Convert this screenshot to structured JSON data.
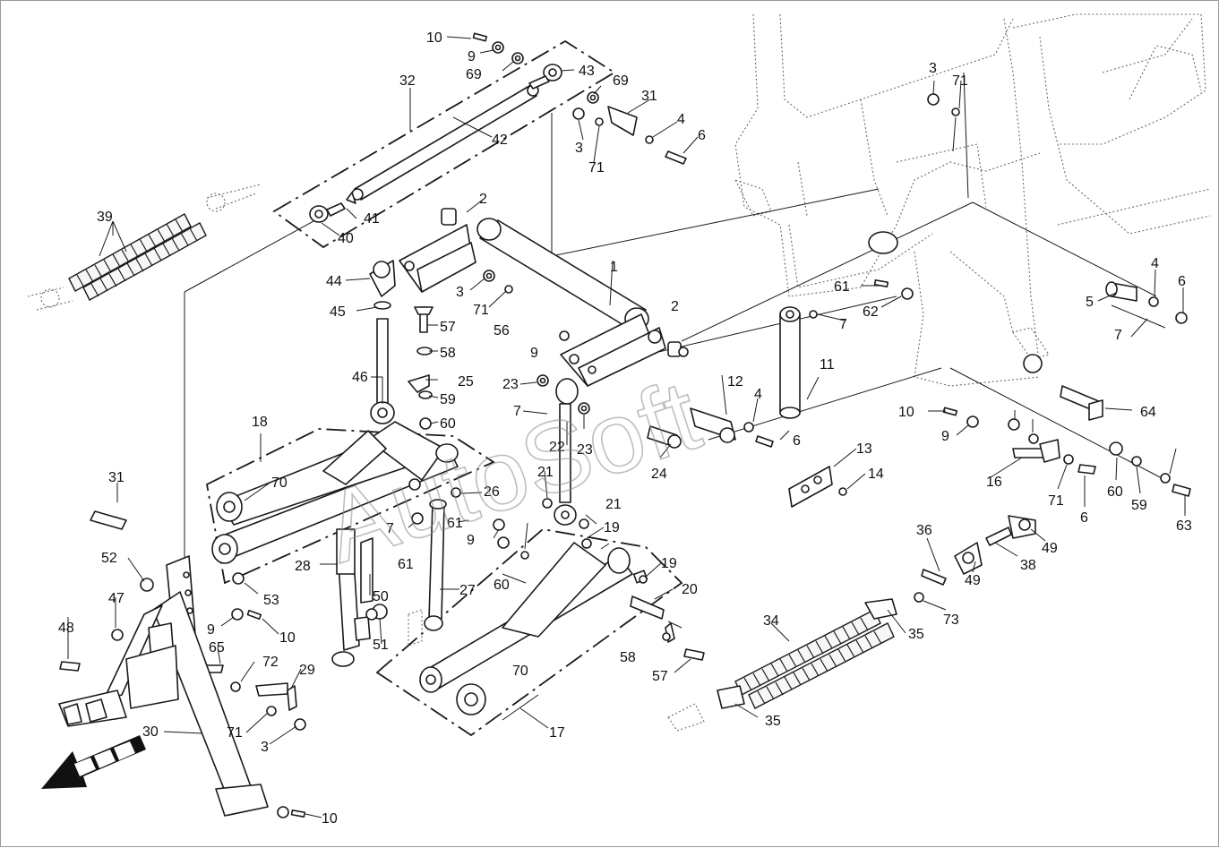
{
  "diagram": {
    "watermark": "AutoSoft",
    "callout_labels": [
      "1",
      "2",
      "2",
      "3",
      "3",
      "3",
      "3",
      "4",
      "4",
      "4",
      "5",
      "6",
      "6",
      "6",
      "6",
      "7",
      "7",
      "7",
      "7",
      "9",
      "9",
      "9",
      "9",
      "9",
      "10",
      "10",
      "10",
      "10",
      "11",
      "12",
      "13",
      "14",
      "16",
      "17",
      "18",
      "19",
      "19",
      "20",
      "21",
      "21",
      "22",
      "23",
      "23",
      "24",
      "25",
      "26",
      "27",
      "28",
      "29",
      "30",
      "31",
      "31",
      "32",
      "34",
      "35",
      "35",
      "36",
      "38",
      "39",
      "40",
      "41",
      "42",
      "43",
      "44",
      "45",
      "46",
      "47",
      "48",
      "49",
      "49",
      "50",
      "51",
      "52",
      "53",
      "56",
      "57",
      "57",
      "58",
      "58",
      "59",
      "59",
      "60",
      "60",
      "60",
      "61",
      "61",
      "61",
      "62",
      "63",
      "64",
      "65",
      "69",
      "69",
      "70",
      "70",
      "71",
      "71",
      "71",
      "71",
      "71",
      "72",
      "73"
    ]
  }
}
